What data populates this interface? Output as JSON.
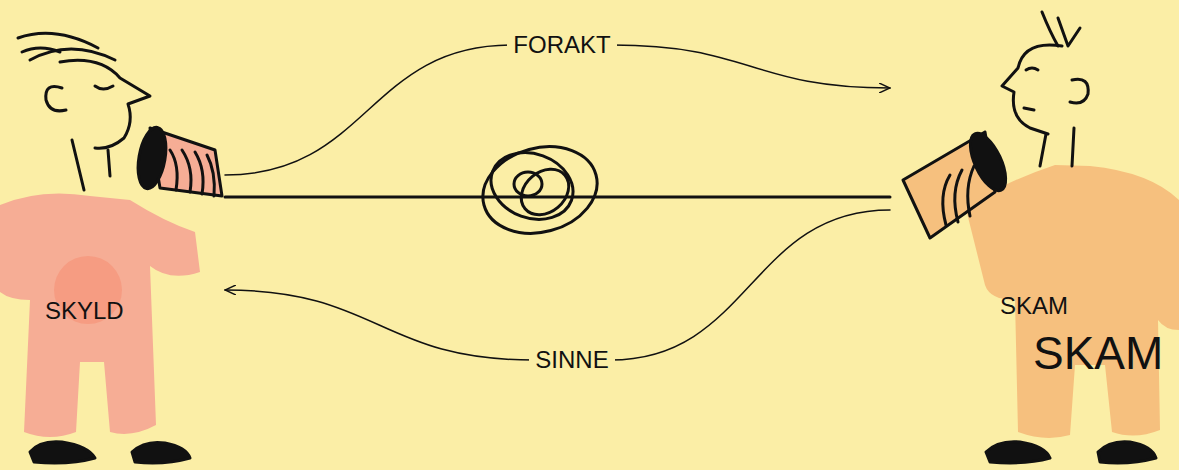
{
  "diagram": {
    "nodes": [
      {
        "text": [
          "SKYLD"
        ]
      },
      {
        "text": [
          "SKAM",
          "SKAM"
        ]
      }
    ],
    "edges": [
      {
        "from": 0,
        "to": 1,
        "label": "FORAKT",
        "arrow": "to"
      },
      {
        "from": 1,
        "to": 0,
        "label": "SINNE",
        "arrow": "to"
      },
      {
        "from": 0,
        "to": 1,
        "arrow": "none"
      }
    ]
  }
}
